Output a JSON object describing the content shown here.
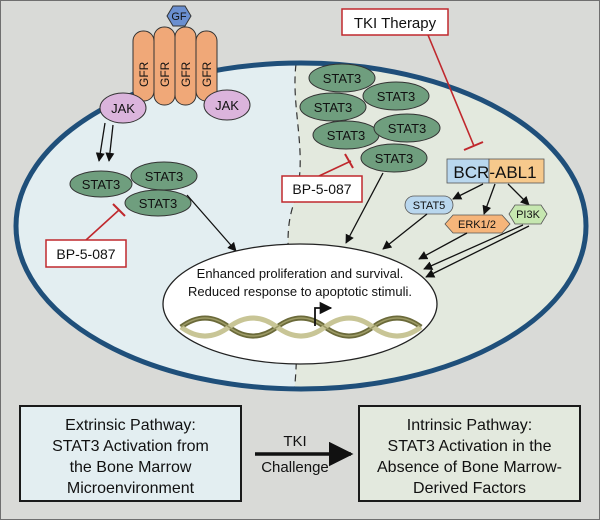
{
  "colors": {
    "background": "#d9dad7",
    "cell_left": "#e3eef1",
    "cell_right": "#e3e9de",
    "cell_border": "#1f4f7a",
    "stat3": "#6f9e7e",
    "gfr": "#f0a878",
    "gf": "#6a8fd0",
    "jak": "#dbb4dc",
    "bcr": "#b9d7ee",
    "abl": "#f6c98c",
    "stat5": "#b9d7ee",
    "erk": "#f6b57a",
    "pi3k": "#c6e7b0",
    "inhibitor": "#c0282d"
  },
  "receptor": {
    "gf": "GF",
    "gfr_labels": [
      "GFR",
      "GFR",
      "GFR",
      "GFR"
    ],
    "jak_left": "JAK",
    "jak_right": "JAK"
  },
  "left_cell": {
    "stat3_labels": [
      "STAT3",
      "STAT3",
      "STAT3"
    ],
    "inhibitor": "BP-5-087"
  },
  "right_cell": {
    "stat3_labels": [
      "STAT3",
      "STAT3",
      "STAT3",
      "STAT3",
      "STAT3",
      "STAT3"
    ],
    "inhibitor": "BP-5-087",
    "therapy": "TKI Therapy",
    "bcr": "BCR",
    "abl": "-ABL1",
    "stat5": "STAT5",
    "erk": "ERK1/2",
    "pi3k": "PI3K"
  },
  "nucleus": {
    "line1": "Enhanced proliferation and survival.",
    "line2": "Reduced response to apoptotic stimuli."
  },
  "bottom": {
    "extrinsic": [
      "Extrinsic Pathway:",
      "STAT3 Activation from",
      "the Bone Marrow",
      "Microenvironment"
    ],
    "arrow_top": "TKI",
    "arrow_bottom": "Challenge",
    "intrinsic": [
      "Intrinsic Pathway:",
      "STAT3 Activation in the",
      "Absence of Bone Marrow-",
      "Derived Factors"
    ]
  }
}
